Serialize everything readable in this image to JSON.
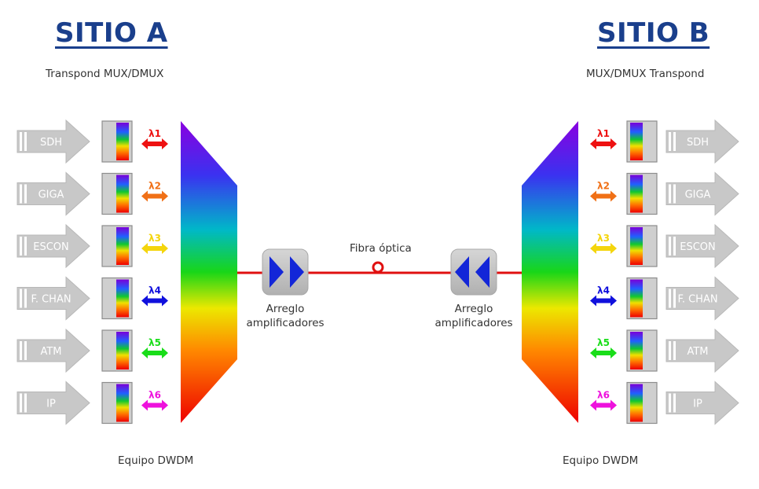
{
  "site_a": {
    "title": "SITIO A",
    "subtitle": "Transpond MUX/DMUX",
    "equipment": "Equipo DWDM"
  },
  "site_b": {
    "title": "SITIO B",
    "subtitle": "MUX/DMUX Transpond",
    "equipment": "Equipo DWDM"
  },
  "fiber_label": "Fibra óptica",
  "amp_a_label": "Arreglo amplificadores",
  "amp_b_label": "Arreglo amplificadores",
  "channels": [
    {
      "service": "SDH",
      "lambda": "λ1",
      "color": "#ee1111"
    },
    {
      "service": "GIGA",
      "lambda": "λ2",
      "color": "#f07016"
    },
    {
      "service": "ESCON",
      "lambda": "λ3",
      "color": "#f4d50c"
    },
    {
      "service": "F. CHAN",
      "lambda": "λ4",
      "color": "#1010dd"
    },
    {
      "service": "ATM",
      "lambda": "λ5",
      "color": "#19dd19"
    },
    {
      "service": "IP",
      "lambda": "λ6",
      "color": "#ee11dd"
    }
  ],
  "colors": {
    "title": "#1a3f8c",
    "fiber": "#e01010",
    "arrow_fill": "#c8c8c8",
    "transponder_gray": "#bdbdbd",
    "amp_box": "#c6c6c6",
    "amp_triangles": "#1326d8"
  },
  "icons": {
    "service_arrow": "gray-arrow-icon",
    "lambda_arrow": "double-headed-arrow-icon",
    "amplifier": "amplifier-triangle-icon",
    "fiber_node": "circle-icon"
  }
}
